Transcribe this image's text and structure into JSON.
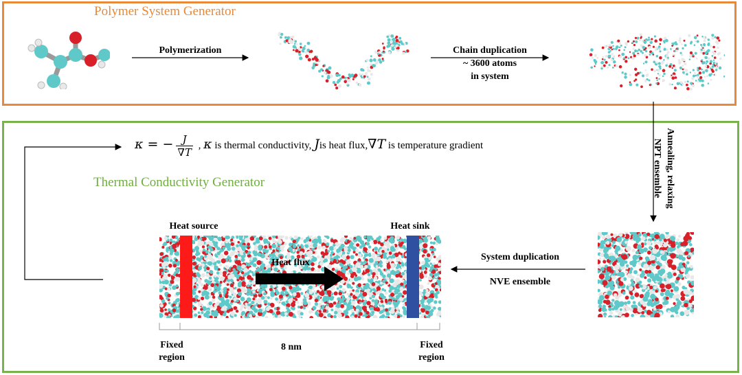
{
  "top_panel": {
    "title": "Polymer System Generator",
    "step1_label": "Polymerization",
    "step2_label_line1": "Chain duplication",
    "step2_label_line2": "~ 3600 atoms",
    "step2_label_line3": "in system"
  },
  "side_step": {
    "line1": "Annealing, relaxing",
    "line2": "NPT ensemble"
  },
  "bottom_panel": {
    "title": "Thermal Conductivity Generator",
    "formula": {
      "lhs": "κ = −",
      "numerator": "J",
      "denominator": "∇T",
      "sep1": " , ",
      "kappa": "κ",
      "kappa_desc": " is thermal conductivity, ",
      "j": "J",
      "j_desc": "is heat flux,",
      "gradT": "∇T",
      "gradT_desc": " is temperature gradient"
    },
    "duplication_label": "System duplication",
    "ensemble_label": "NVE ensemble",
    "heat_source": "Heat source",
    "heat_sink": "Heat sink",
    "heat_flux": "Heat flux",
    "fixed_left_line1": "Fixed",
    "fixed_left_line2": "region",
    "length_label": "8 nm",
    "fixed_right_line1": "Fixed",
    "fixed_right_line2": "region"
  },
  "colors": {
    "orange": "#e8893a",
    "green": "#77b24a",
    "heat_source": "#ff1a1a",
    "heat_sink": "#2f4fa0",
    "carbon": "#5fc9c9",
    "oxygen": "#d8202a",
    "hydrogen": "#e8e8e8"
  }
}
